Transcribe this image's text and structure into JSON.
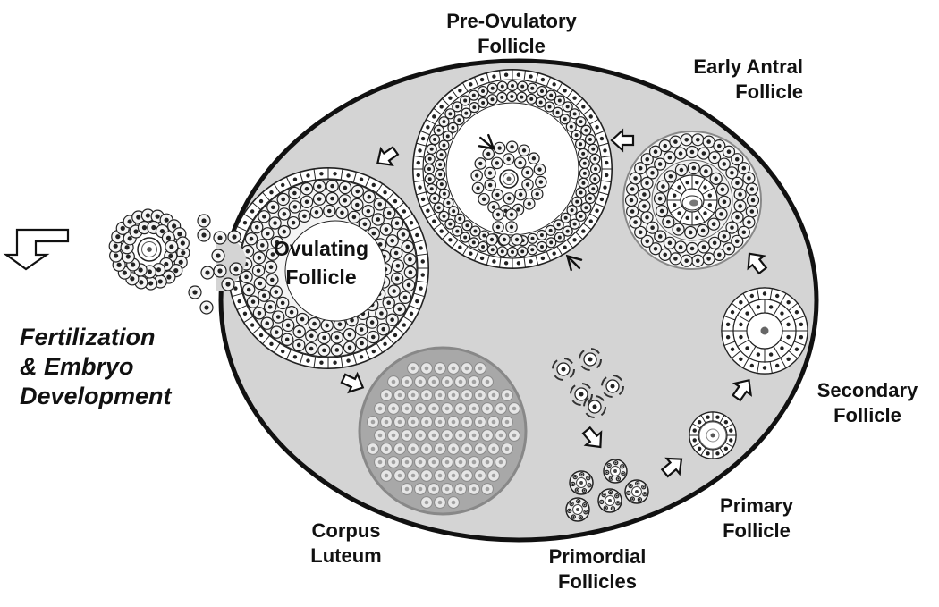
{
  "labels": {
    "pre_ovulatory": [
      "Pre-Ovulatory",
      "Follicle"
    ],
    "early_antral": [
      "Early Antral",
      "Follicle"
    ],
    "ovulating": [
      "Ovulating",
      "Follicle"
    ],
    "secondary": [
      "Secondary",
      "Follicle"
    ],
    "primary": [
      "Primary",
      "Follicle"
    ],
    "primordial": [
      "Primordial",
      "Follicles"
    ],
    "corpus_luteum": [
      "Corpus",
      "Luteum"
    ],
    "fertilization": [
      "Fertilization",
      "& Embryo",
      "Development"
    ]
  },
  "colors": {
    "ovary_fill": "#d4d4d4",
    "outline": "#111111",
    "cell_fill": "#f4f4f4",
    "luteum_fill": "#a8a8a8",
    "arrow_fill": "#ffffff"
  },
  "icons": {
    "stage_arrow": "hollow-arrow",
    "exit_arrow": "hollow-bent-arrow",
    "pointer": "open-chevron-arrow"
  }
}
